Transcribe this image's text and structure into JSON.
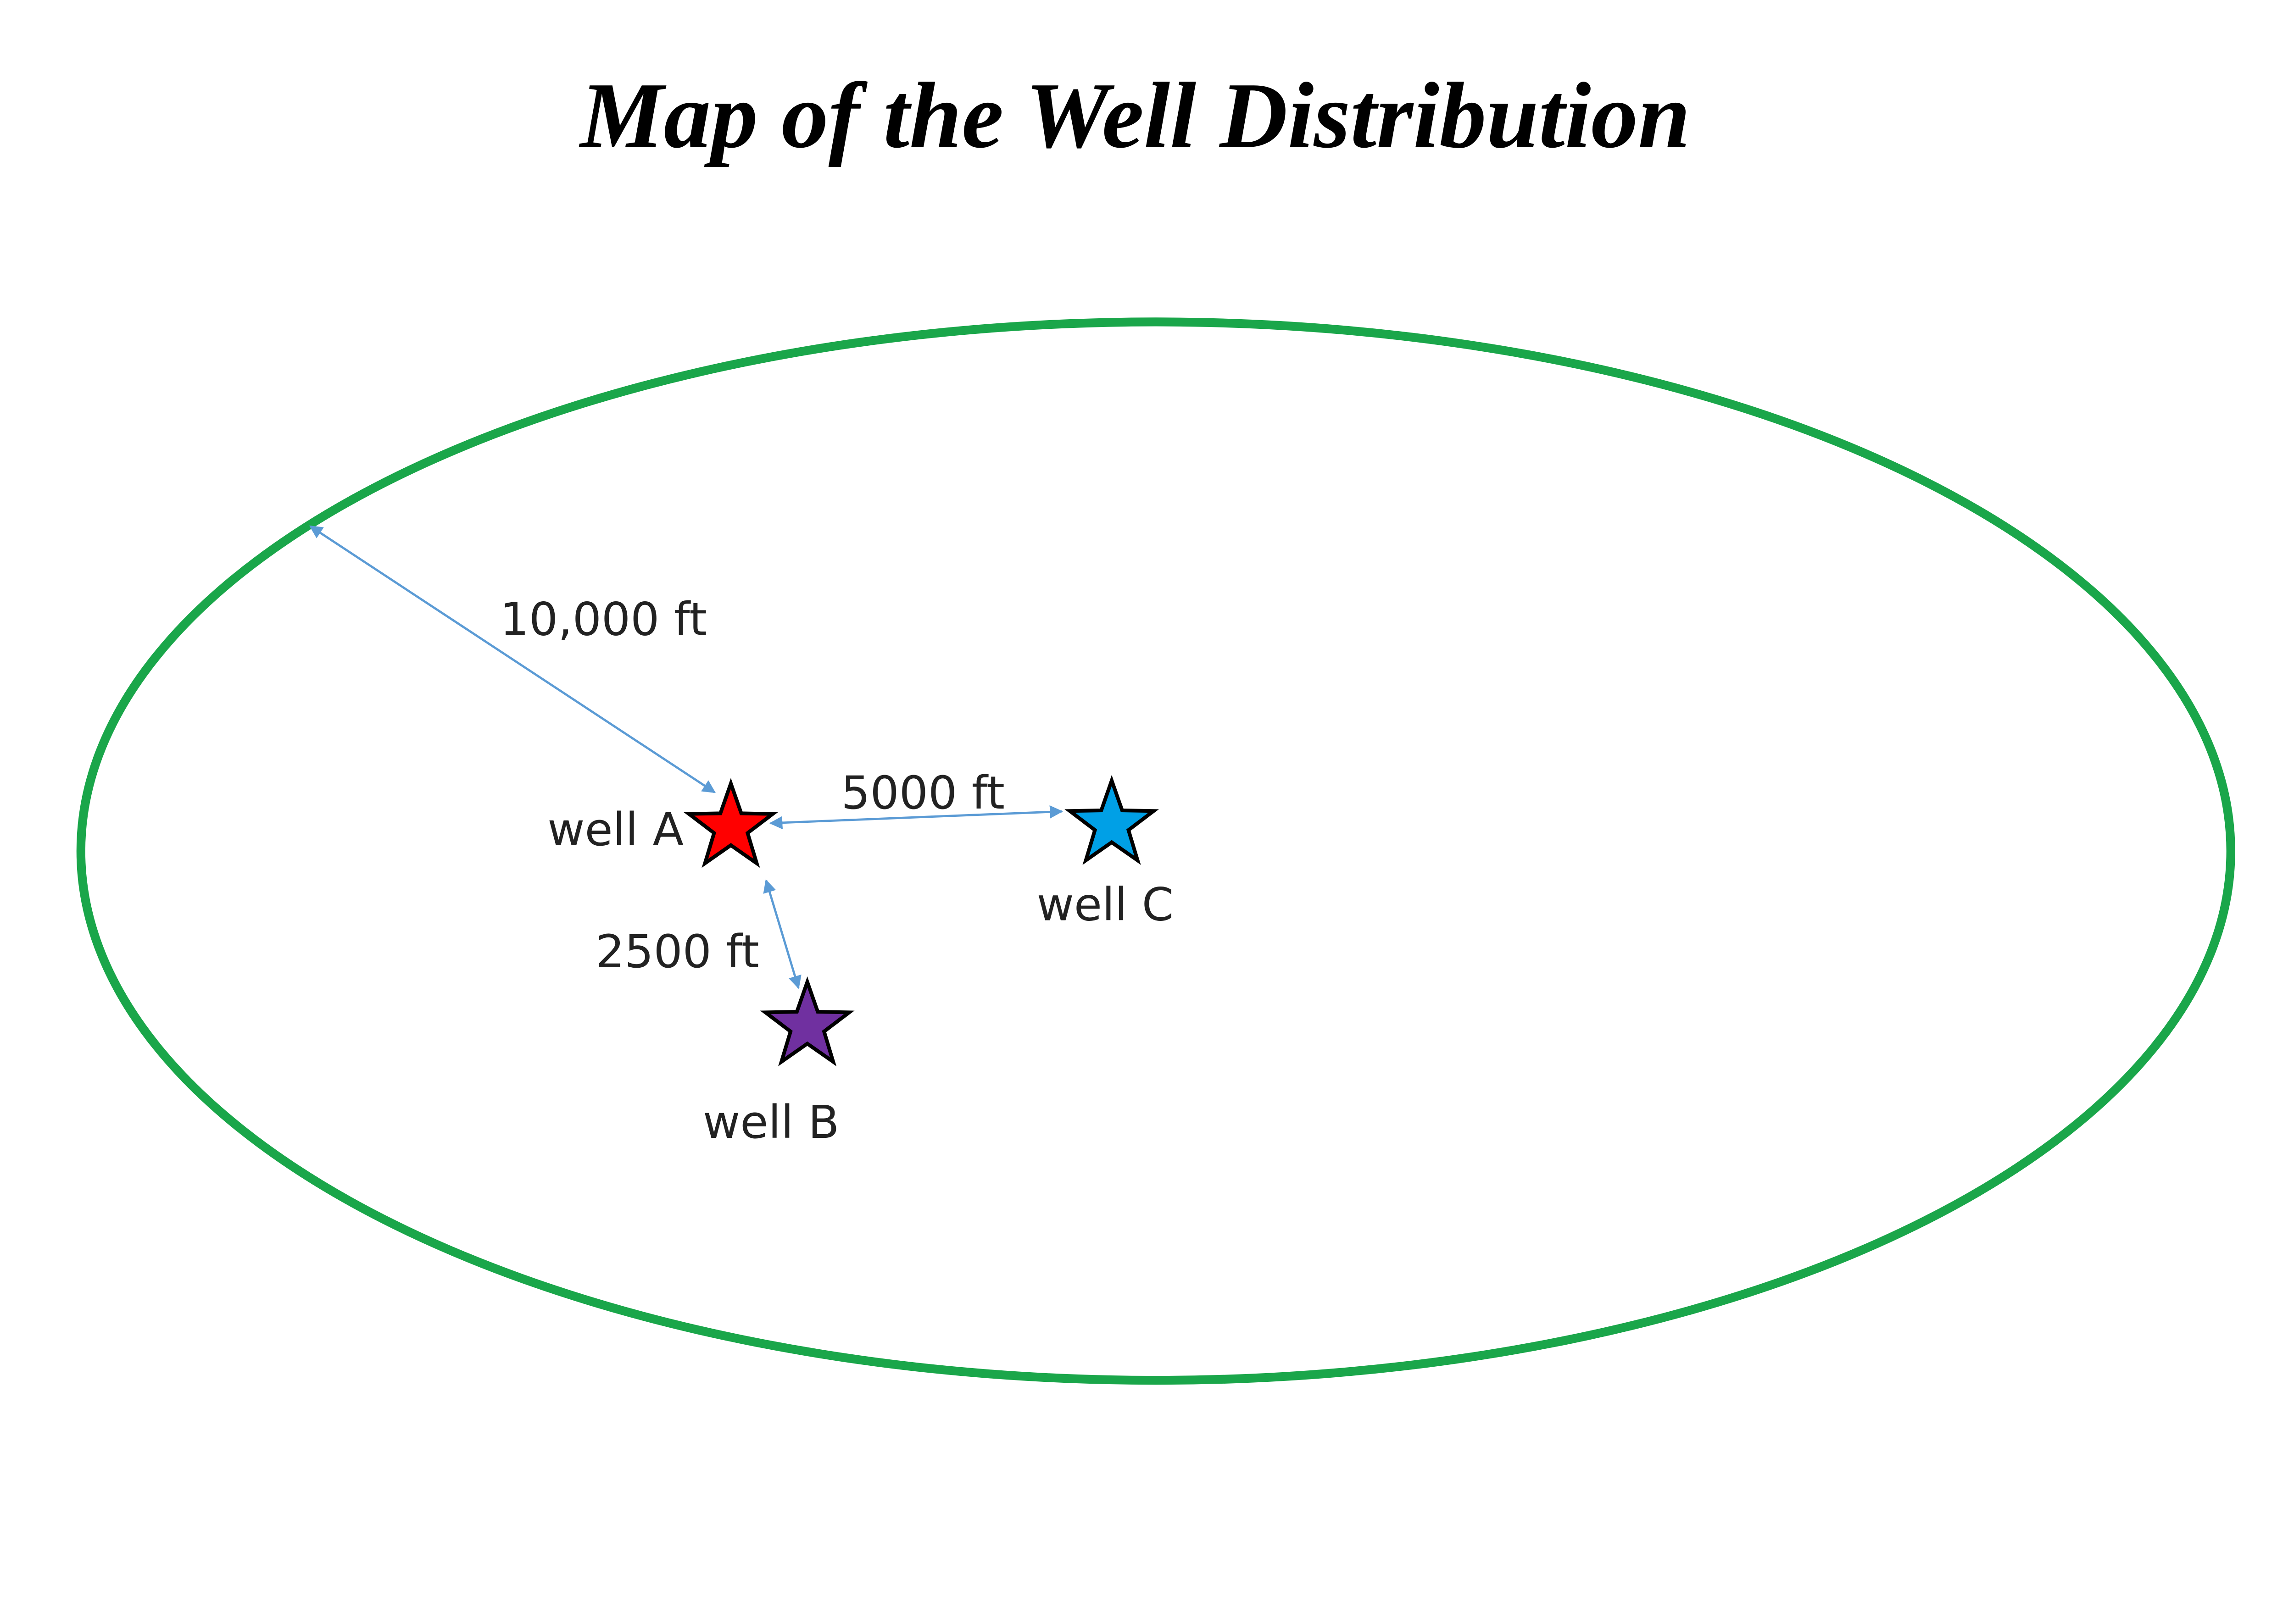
{
  "title": "Map of the Well Distribution",
  "colors": {
    "boundary": "#1aa64a",
    "arrow": "#5b9bd5",
    "well_a": "#ff0000",
    "well_b": "#7030a0",
    "well_c": "#00a0e6"
  },
  "wells": {
    "a": {
      "label": "well A"
    },
    "b": {
      "label": "well B"
    },
    "c": {
      "label": "well C"
    }
  },
  "distances": {
    "boundary": "10,000 ft",
    "a_to_c": "5000 ft",
    "a_to_b": "2500 ft"
  }
}
